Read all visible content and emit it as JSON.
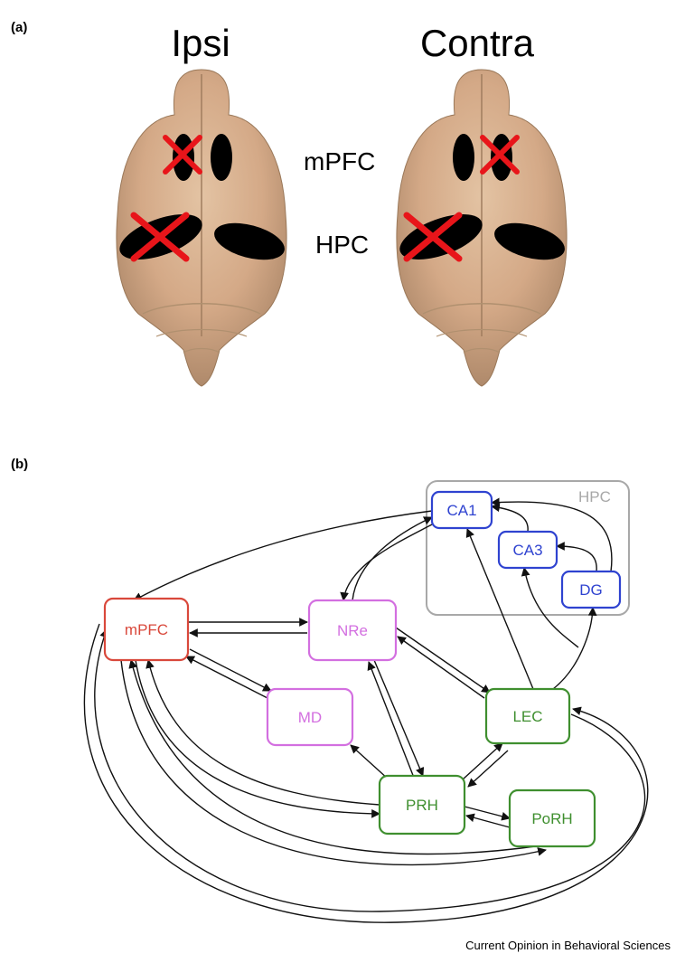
{
  "panel_a": {
    "label": "(a)",
    "columns": [
      "Ipsi",
      "Contra"
    ],
    "regions": [
      "mPFC",
      "HPC"
    ]
  },
  "panel_b": {
    "label": "(b)",
    "group_label": "HPC",
    "nodes": {
      "mpfc": "mPFC",
      "nre": "NRe",
      "md": "MD",
      "ca1": "CA1",
      "ca3": "CA3",
      "dg": "DG",
      "lec": "LEC",
      "prh": "PRH",
      "porh": "PoRH"
    },
    "colors": {
      "mpfc": "#d9483b",
      "thalamic": "#d36fe0",
      "hippocampal": "#2f43d0",
      "cortical": "#3f8f2f",
      "hpc_box": "#a8a8a8"
    }
  },
  "footer": "Current Opinion in Behavioral Sciences"
}
